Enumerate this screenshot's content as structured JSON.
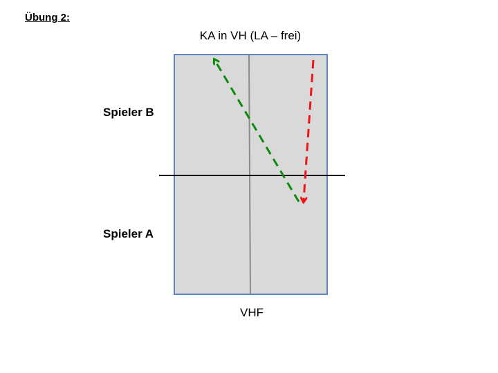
{
  "exercise_title": "Übung 2:",
  "diagram_title": "KA in VH (LA – frei)",
  "labels": {
    "player_b": "Spieler B",
    "player_a": "Spieler A",
    "court_bottom": "VHF"
  },
  "colors": {
    "court_fill": "#d9d9d9",
    "court_border": "#5b86c5",
    "center_line": "#8a8a8a",
    "net": "#000000",
    "green_arrow": "#0b8a0b",
    "red_arrow": "#f01414"
  },
  "icons": {
    "green_arrow": "dashed-arrow-icon",
    "red_arrow": "dashed-arrow-icon"
  }
}
